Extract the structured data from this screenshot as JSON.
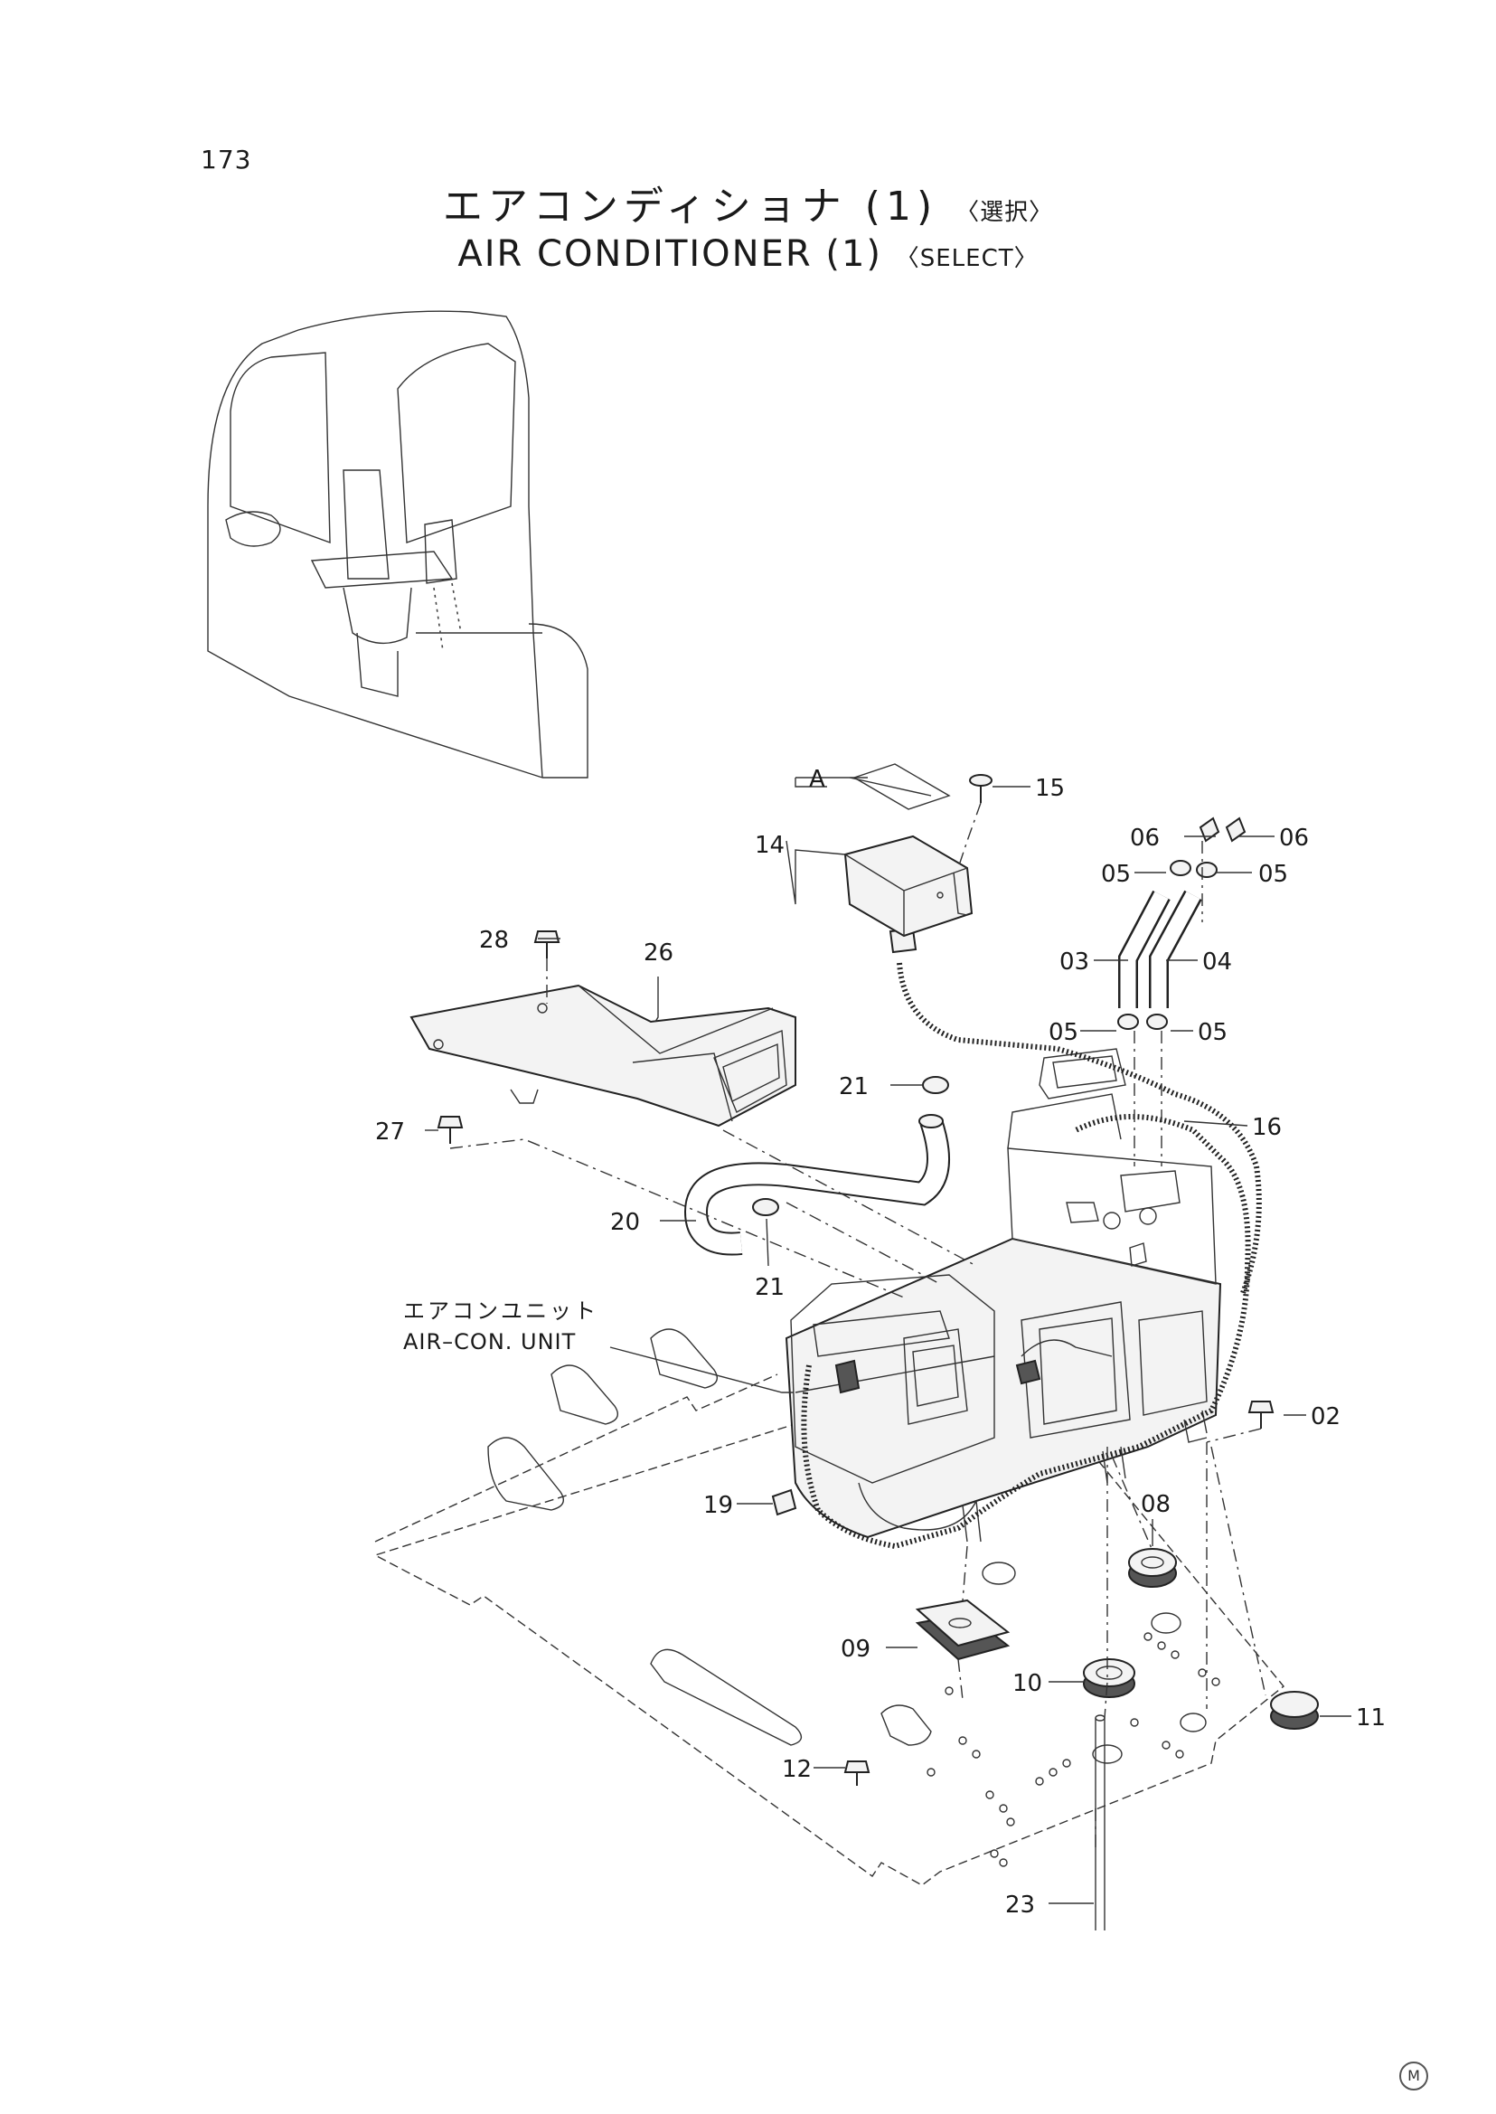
{
  "page": {
    "number": "173",
    "title_ja_main": "エアコンディショナ (1)",
    "title_ja_suffix": "〈選択〉",
    "title_en_main": "AIR CONDITIONER (1)",
    "title_en_suffix": "〈SELECT〉"
  },
  "callout": {
    "ja": "エアコンユニット",
    "en": "AIR–CON. UNIT"
  },
  "parts": {
    "p02": "02",
    "p03": "03",
    "p04": "04",
    "p05a": "05",
    "p05b": "05",
    "p05c": "05",
    "p05d": "05",
    "p06a": "06",
    "p06b": "06",
    "p08": "08",
    "p09": "09",
    "p10": "10",
    "p11": "11",
    "p12": "12",
    "p14": "14",
    "p15": "15",
    "p16": "16",
    "p19": "19",
    "p20": "20",
    "p21a": "21",
    "p21b": "21",
    "p23": "23",
    "p26": "26",
    "p27": "27",
    "p28": "28",
    "pA": "A"
  },
  "mark": "M"
}
